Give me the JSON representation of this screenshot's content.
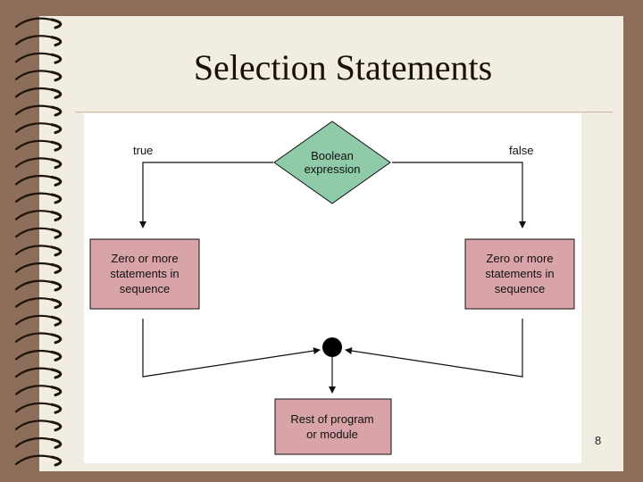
{
  "slide": {
    "title": "Selection Statements",
    "page_number": "8"
  },
  "diagram": {
    "condition": {
      "line1": "Boolean",
      "line2": "expression",
      "fill": "#8fcaa9"
    },
    "true_label": "true",
    "false_label": "false",
    "true_branch": {
      "line1": "Zero or more",
      "line2": "statements in",
      "line3": "sequence",
      "fill": "#d9a4a8"
    },
    "false_branch": {
      "line1": "Zero or more",
      "line2": "statements in",
      "line3": "sequence",
      "fill": "#d9a4a8"
    },
    "next": {
      "line1": "Rest of program",
      "line2": "or module",
      "fill": "#d9a4a8"
    }
  },
  "colors": {
    "background": "#8c6e5a",
    "slide": "#f2ede3",
    "spiral": "#1f140c"
  }
}
